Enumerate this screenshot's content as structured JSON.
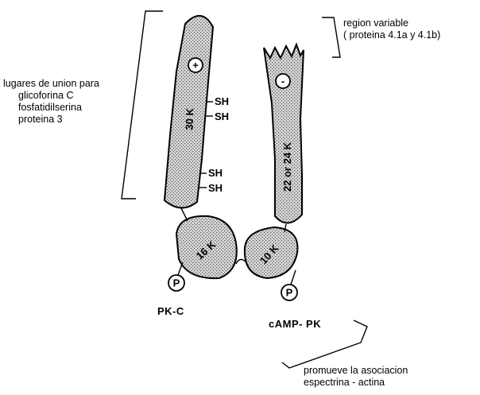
{
  "labels": {
    "region_variable": [
      "region variable",
      "( proteina 4.1a y  4.1b)"
    ],
    "binding_sites": [
      "lugares de union para",
      "glicoforina C",
      "fosfatidilserina",
      "proteina 3"
    ],
    "promotes": [
      "promueve la asociacion",
      "espectrina - actina"
    ],
    "pkc": "PK-C",
    "camp_pk": "cAMP- PK"
  },
  "domains": {
    "d30": "30 K",
    "d22": "22 or 24 K",
    "d16": "16 K",
    "d10": "10 K"
  },
  "charges": {
    "plus": "+",
    "minus": "-"
  },
  "sh_groups": [
    "SH",
    "SH",
    "SH",
    "SH"
  ],
  "phospho": [
    "P",
    "P"
  ]
}
